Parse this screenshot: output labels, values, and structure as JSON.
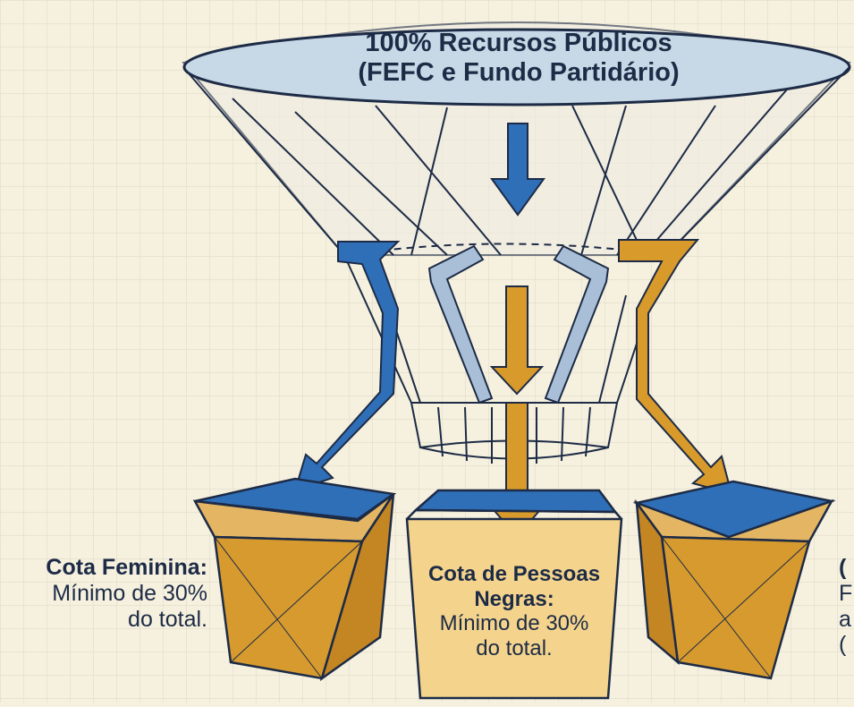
{
  "funnel": {
    "title_line1": "100% Recursos Públicos",
    "title_line2": "(FEFC e Fundo Partidário)"
  },
  "left_quota": {
    "title": "Cota Feminina:",
    "line1": "Mínimo de 30%",
    "line2": "do total."
  },
  "center_quota": {
    "title_line1": "Cota de Pessoas",
    "title_line2": "Negras:",
    "line1": "Mínimo de 30%",
    "line2": "do total."
  },
  "right_quota_partial": {
    "first_char": "(",
    "line1_char": "F",
    "line2_char": "a",
    "line3_char": "("
  },
  "colors": {
    "background": "#f6f1df",
    "grid": "#d9d4c4",
    "blue_arrow": "#2f6fb8",
    "gold_arrow": "#d79a2b",
    "light_arrow": "#a9bfd8",
    "box_fill": "#d69a2e",
    "outline": "#1d2b46",
    "funnel_top": "#c7d8e6"
  }
}
